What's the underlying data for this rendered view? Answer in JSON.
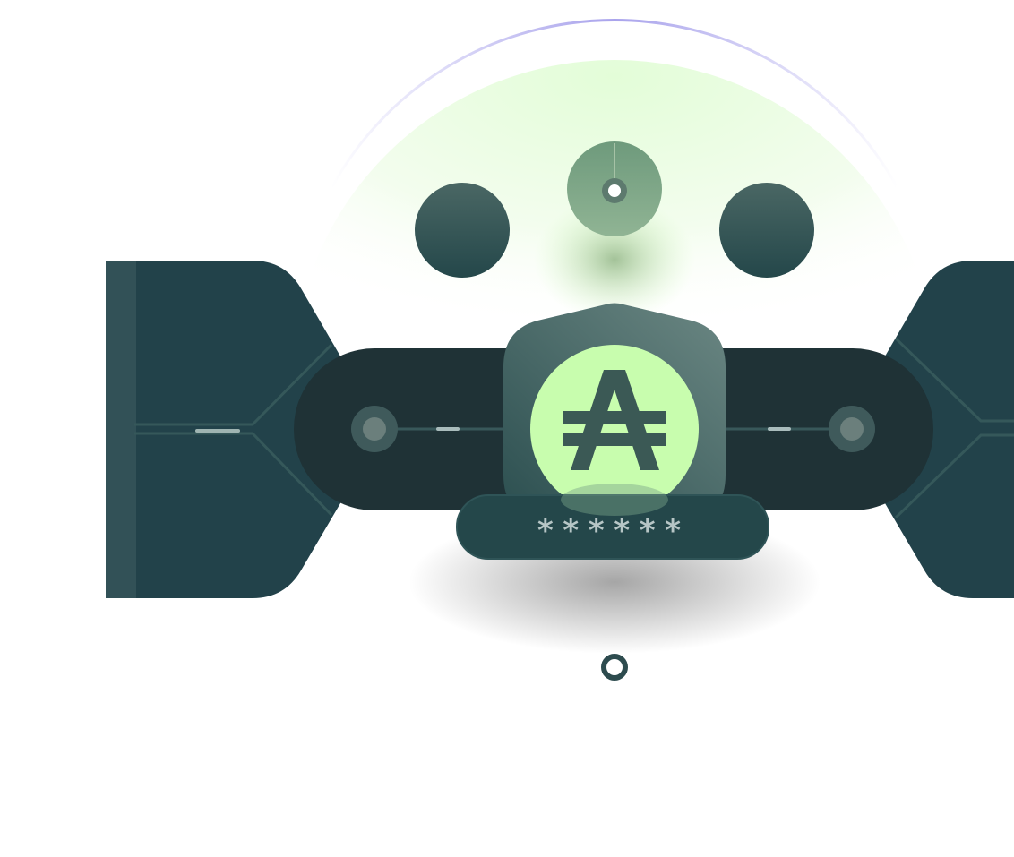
{
  "illustration": {
    "password_mask": "******",
    "logo_glyph": "A",
    "colors": {
      "dark_teal": "#22424a",
      "bar": "#1f3236",
      "accent_green": "#c8fdae",
      "arc_purple": "#a9a3ec",
      "glow_green": "#e6fde0"
    },
    "icons": [
      "hexagon-panel-left",
      "hexagon-panel-right",
      "knob-left",
      "knob-right",
      "shield",
      "currency-a-logo",
      "top-circle-left",
      "top-circle-center",
      "top-circle-right",
      "ring-indicator"
    ]
  }
}
